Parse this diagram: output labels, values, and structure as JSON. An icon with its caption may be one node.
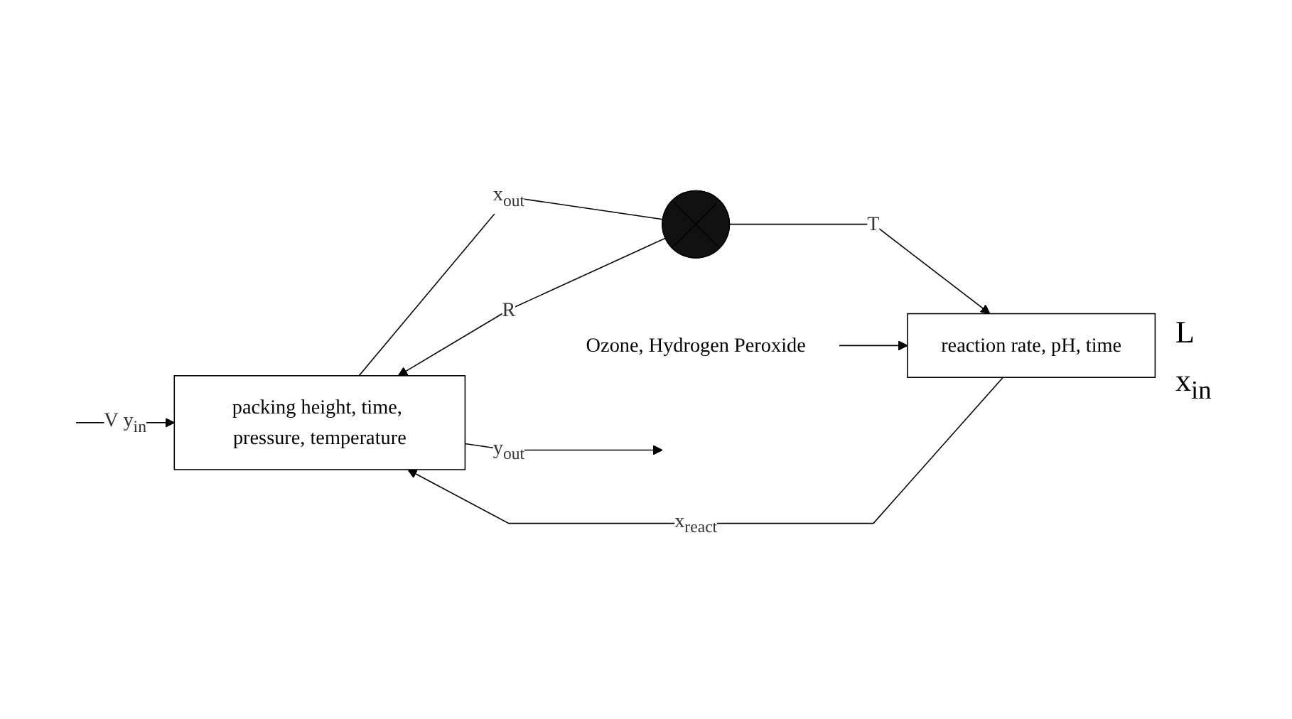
{
  "diagram": {
    "nodes": [
      {
        "text": [
          "packing height, time, pressure, temperature"
        ]
      },
      {
        "text": [
          "reaction rate, pH, time"
        ]
      },
      {
        "text": [],
        "shape": "cross"
      },
      {
        "text": [
          "Ozone, Hydrogen Peroxide"
        ]
      }
    ],
    "edges": [
      {
        "from": null,
        "to": 0,
        "arrow": "to",
        "label": "V y$_{in}$"
      },
      {
        "from": 0,
        "to": null,
        "arrow": "to",
        "label": "y$_{out}$"
      },
      {
        "from": 0,
        "to": 2,
        "arrow": "none",
        "label": "x$_{out}$"
      },
      {
        "from": 2,
        "to": 1,
        "arrow": "to",
        "label": "T"
      },
      {
        "from": 2,
        "to": 0,
        "arrow": "to",
        "label": "R"
      },
      {
        "from": 1,
        "to": 0,
        "arrow": "to",
        "label": "x$_{react}$"
      },
      {
        "from": 3,
        "to": 1,
        "arrow": "to"
      }
    ],
    "labels": [
      "L",
      "x$_{in}$"
    ]
  }
}
